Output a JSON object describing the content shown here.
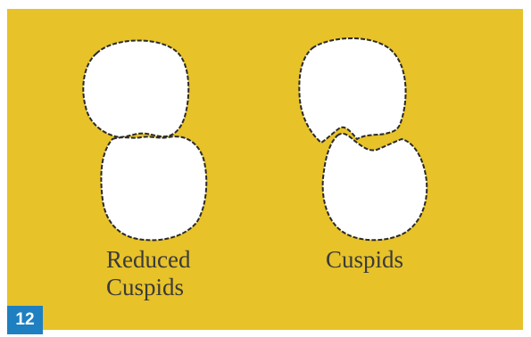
{
  "figure": {
    "number": "12",
    "background_color": "#e7c229",
    "badge_color": "#1e7fc1"
  },
  "labels": {
    "left_line1": "Reduced",
    "left_line2": "Cuspids",
    "right": "Cuspids"
  }
}
